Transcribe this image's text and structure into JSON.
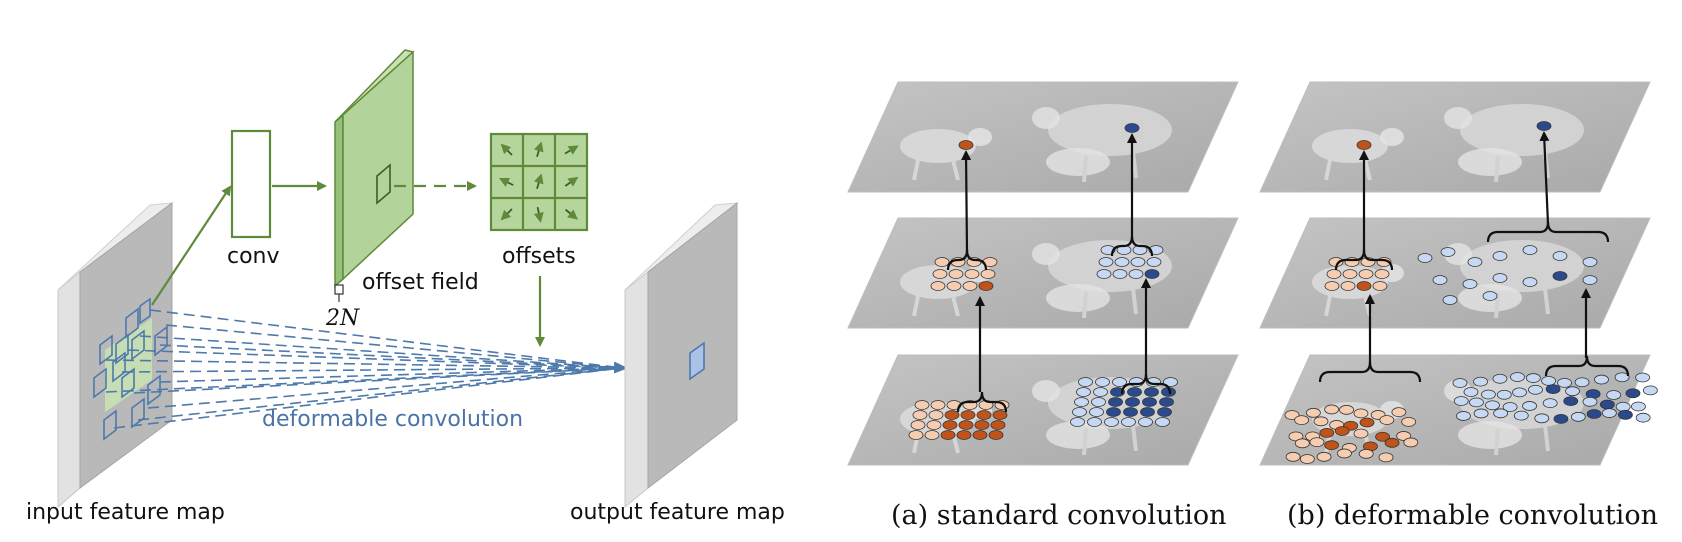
{
  "left_diagram": {
    "conv_label": "conv",
    "offset_field_label": "offset field",
    "channels_label": "2N",
    "offsets_label": "offsets",
    "deformable_label": "deformable convolution",
    "input_label": "input feature map",
    "output_label": "output feature map"
  },
  "right_panels": {
    "standard_caption": "(a) standard convolution",
    "deformable_caption": "(b) deformable convolution"
  },
  "colors": {
    "green_stroke": "#5e8a3a",
    "green_fill": "#b5d59d",
    "blue_stroke": "#4e79ab",
    "blue_text": "#4a74a8",
    "orange_dark": "#c0531a",
    "orange_light": "#f6cdb0",
    "blue_dark": "#2a4a8c",
    "blue_light": "#c6d8f2"
  }
}
